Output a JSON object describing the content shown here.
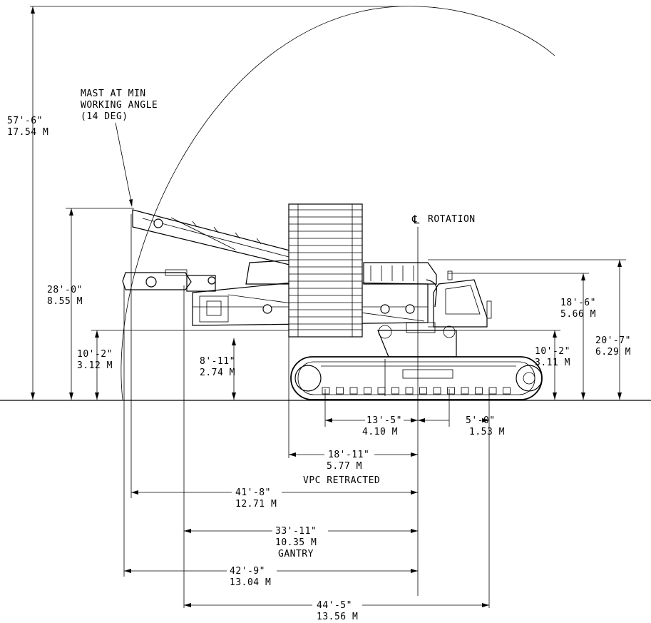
{
  "annotations": {
    "mast_note": [
      "MAST AT MIN",
      "WORKING ANGLE",
      "(14 DEG)"
    ],
    "rotation_label": "ROTATION",
    "centerline_symbol": "℄"
  },
  "dimensions": {
    "overall_height": {
      "ft": "57'-6\"",
      "m": "17.54 M"
    },
    "mast_height": {
      "ft": "28'-0\"",
      "m": "8.55 M"
    },
    "pivot_height_left": {
      "ft": "10'-2\"",
      "m": "3.12 M"
    },
    "counterweight_clearance": {
      "ft": "8'-11\"",
      "m": "2.74 M"
    },
    "cab_height": {
      "ft": "18'-6\"",
      "m": "5.66 M"
    },
    "overall_height_right": {
      "ft": "20'-7\"",
      "m": "6.29 M"
    },
    "pivot_height_right": {
      "ft": "10'-2\"",
      "m": "3.11 M"
    },
    "track_to_center": {
      "ft": "13'-5\"",
      "m": "4.10 M"
    },
    "center_to_front": {
      "ft": "5'-0\"",
      "m": "1.53 M"
    },
    "vpc_retracted": {
      "ft": "18'-11\"",
      "m": "5.77 M",
      "note": "VPC RETRACTED"
    },
    "radius_41": {
      "ft": "41'-8\"",
      "m": "12.71 M"
    },
    "gantry": {
      "ft": "33'-11\"",
      "m": "10.35 M",
      "note": "GANTRY"
    },
    "radius_42": {
      "ft": "42'-9\"",
      "m": "13.04 M"
    },
    "overall_length": {
      "ft": "44'-5\"",
      "m": "13.56 M"
    }
  }
}
